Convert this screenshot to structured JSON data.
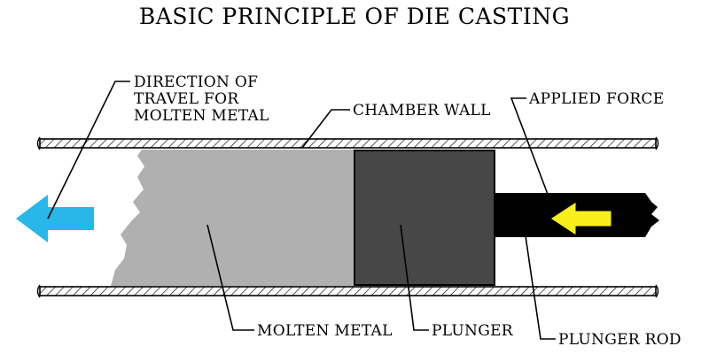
{
  "title": "BASIC PRINCIPLE OF DIE CASTING",
  "labels": {
    "direction": [
      "DIRECTION OF",
      "TRAVEL FOR",
      "MOLTEN METAL"
    ],
    "chamber_wall": "CHAMBER WALL",
    "applied_force": "APPLIED FORCE",
    "molten_metal": "MOLTEN METAL",
    "plunger": "PLUNGER",
    "plunger_rod": "PLUNGER ROD"
  },
  "colors": {
    "direction_arrow": "#29b6e8",
    "force_arrow": "#f7ee1a",
    "molten_metal": "#b0b0b0",
    "plunger": "#474747",
    "plunger_rod": "#000000",
    "wall_hatch": "#000000"
  },
  "icons": {
    "direction_arrow": "left-arrow-icon",
    "force_arrow": "left-arrow-icon"
  }
}
